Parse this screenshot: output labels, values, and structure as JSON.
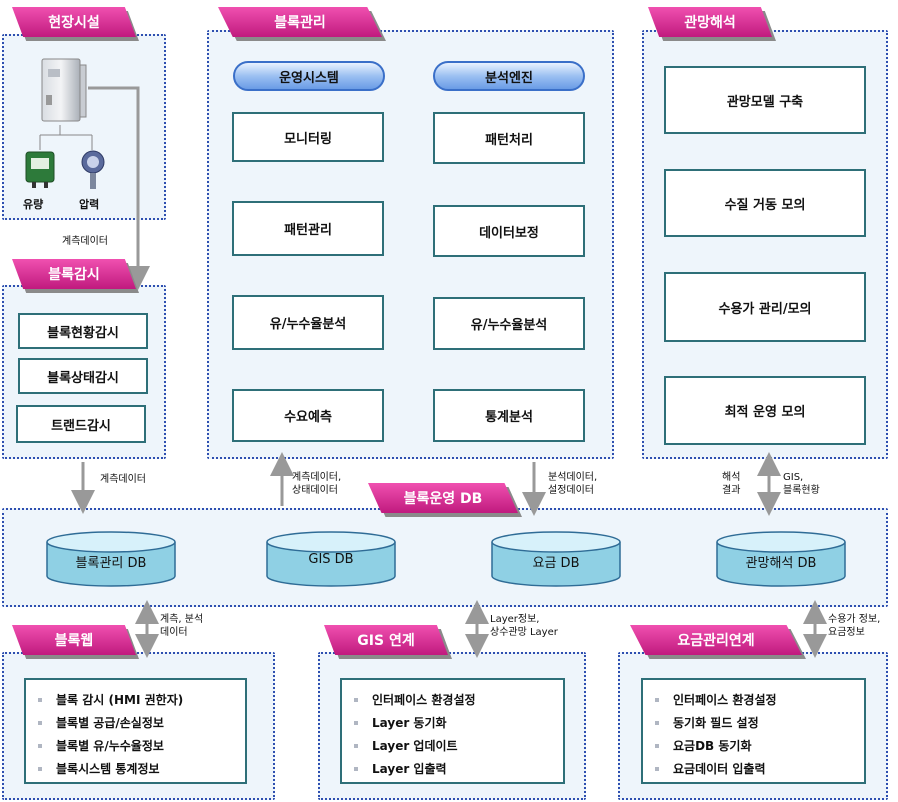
{
  "field": {
    "title": "현장시설",
    "flow_label": "유량",
    "pressure_label": "압력",
    "measure_note": "계측데이터"
  },
  "monitor": {
    "title": "블록감시",
    "items": [
      "블록현황감시",
      "블록상태감시",
      "트랜드감시"
    ],
    "measure_note": "계측데이터"
  },
  "block": {
    "title": "블록관리",
    "ops_title": "운영시스템",
    "engine_title": "분석엔진",
    "ops_items": [
      "모니터링",
      "패턴관리",
      "유/누수율분석",
      "수요예측"
    ],
    "engine_items": [
      "패턴처리",
      "데이터보정",
      "유/누수율분석",
      "통계분석"
    ],
    "up_note_1": "계측데이터,",
    "up_note_2": "상태데이터",
    "down_note_1": "분석데이터,",
    "down_note_2": "설정데이터"
  },
  "network": {
    "title": "관망해석",
    "items": [
      "관망모델 구축",
      "수질 거동 모의",
      "수용가 관리/모의",
      "최적 운영 모의"
    ],
    "left_note_1": "해석",
    "left_note_2": "결과",
    "right_note_1": "GIS,",
    "right_note_2": "블록현황"
  },
  "db": {
    "title": "블록운영 DB",
    "items": [
      "블록관리 DB",
      "GIS DB",
      "요금 DB",
      "관망해석 DB"
    ]
  },
  "web": {
    "title": "블록웹",
    "items": [
      "블록 감시 (HMI 권한자)",
      "블록별 공급/손실정보",
      "블록별 유/누수율정보",
      "블록시스템 통계정보"
    ],
    "note_1": "계측, 분석",
    "note_2": "데이터"
  },
  "gis": {
    "title": "GIS 연계",
    "items": [
      "인터페이스 환경설정",
      "Layer 동기화",
      "Layer 업데이트",
      "Layer 입출력"
    ],
    "note_1": "Layer정보,",
    "note_2": "상수관망 Layer"
  },
  "billing": {
    "title": "요금관리연계",
    "items": [
      "인터페이스 환경설정",
      "동기화 필드 설정",
      "요금DB 동기화",
      "요금데이터 입출력"
    ],
    "note_1": "수용가 정보,",
    "note_2": "요금정보"
  }
}
